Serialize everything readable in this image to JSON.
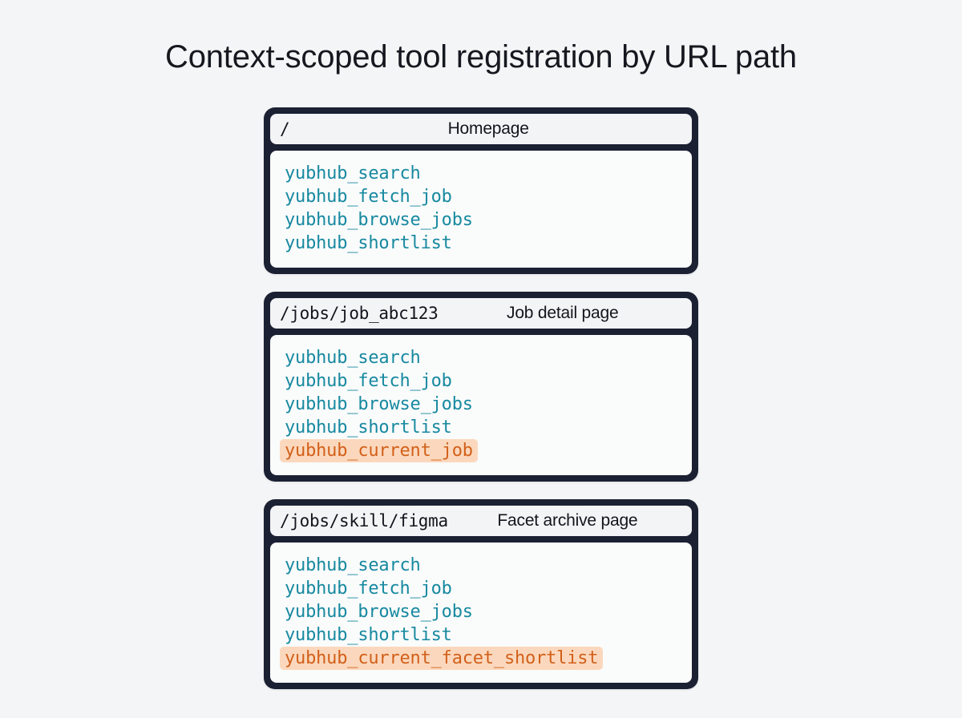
{
  "title": "Context-scoped tool registration by URL path",
  "colors": {
    "page_background": "#f4f5f6",
    "card_border": "#1b2133",
    "card_body_background": "#fafbfb",
    "tool_text": "#1789a0",
    "highlight_text": "#d2601a",
    "highlight_background": "#fbd8bd",
    "title_text": "#15181f"
  },
  "cards": [
    {
      "path": "/",
      "label": "Homepage",
      "tools": [
        {
          "name": "yubhub_search",
          "highlighted": false
        },
        {
          "name": "yubhub_fetch_job",
          "highlighted": false
        },
        {
          "name": "yubhub_browse_jobs",
          "highlighted": false
        },
        {
          "name": "yubhub_shortlist",
          "highlighted": false
        }
      ]
    },
    {
      "path": "/jobs/job_abc123",
      "label": "Job detail page",
      "tools": [
        {
          "name": "yubhub_search",
          "highlighted": false
        },
        {
          "name": "yubhub_fetch_job",
          "highlighted": false
        },
        {
          "name": "yubhub_browse_jobs",
          "highlighted": false
        },
        {
          "name": "yubhub_shortlist",
          "highlighted": false
        },
        {
          "name": "yubhub_current_job",
          "highlighted": true
        }
      ]
    },
    {
      "path": "/jobs/skill/figma",
      "label": "Facet archive page",
      "tools": [
        {
          "name": "yubhub_search",
          "highlighted": false
        },
        {
          "name": "yubhub_fetch_job",
          "highlighted": false
        },
        {
          "name": "yubhub_browse_jobs",
          "highlighted": false
        },
        {
          "name": "yubhub_shortlist",
          "highlighted": false
        },
        {
          "name": "yubhub_current_facet_shortlist",
          "highlighted": true
        }
      ]
    }
  ]
}
